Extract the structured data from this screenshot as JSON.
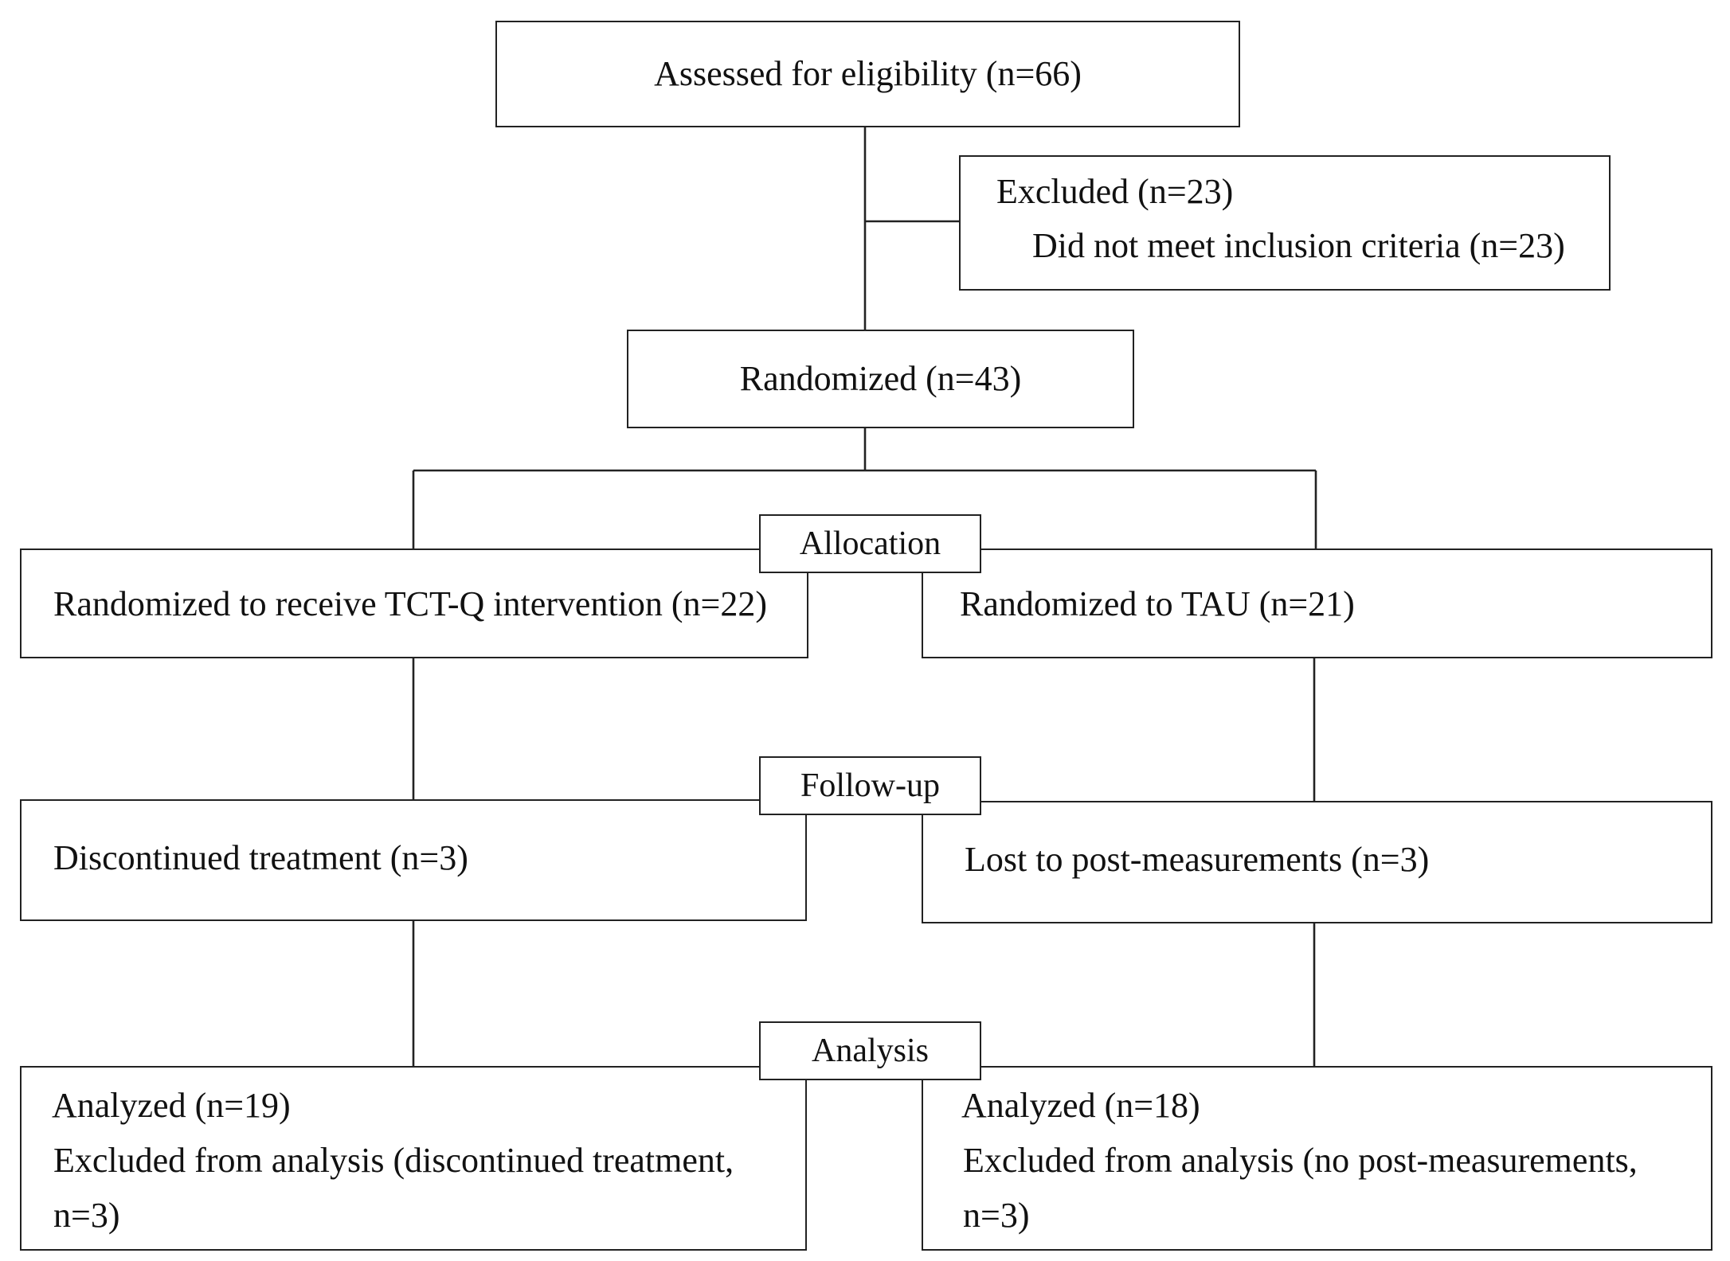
{
  "flow": {
    "eligibility": "Assessed for eligibility (n=66)",
    "excluded": {
      "title": "Excluded (n=23)",
      "reason": "Did not meet inclusion criteria (n=23)"
    },
    "randomized": "Randomized (n=43)",
    "stages": {
      "allocation": "Allocation",
      "followup": "Follow-up",
      "analysis": "Analysis"
    },
    "intervention_arm": {
      "allocation": "Randomized to receive TCT-Q intervention (n=22)",
      "followup": "Discontinued treatment (n=3)",
      "analyzed": "Analyzed (n=19)",
      "excluded_line1": "Excluded from analysis (discontinued treatment,",
      "excluded_line2": "n=3)"
    },
    "control_arm": {
      "allocation": "Randomized to TAU (n=21)",
      "followup": "Lost to post-measurements (n=3)",
      "analyzed": "Analyzed (n=18)",
      "excluded_line1": "Excluded from analysis (no post-measurements,",
      "excluded_line2": "n=3)"
    }
  }
}
